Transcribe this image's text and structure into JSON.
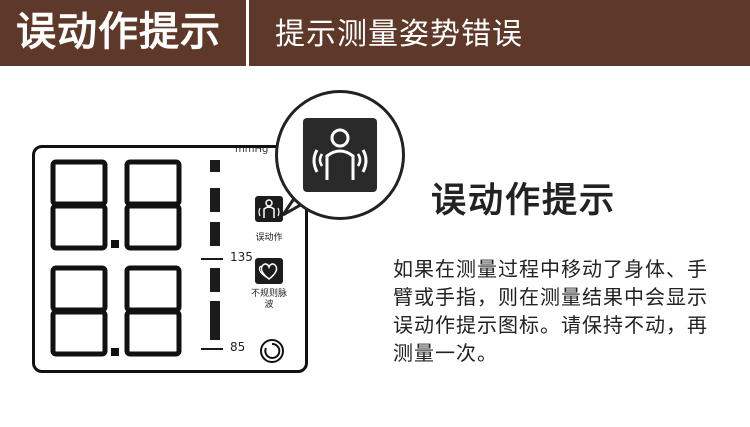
{
  "header": {
    "left_title": "误动作提示",
    "right_title": "提示测量姿势错误"
  },
  "lcd": {
    "unit": "mmHg",
    "scale_labels": [
      "135",
      "85"
    ],
    "icons": [
      {
        "name": "body-movement-icon",
        "label": "误动作"
      },
      {
        "name": "irregular-pulse-icon",
        "label": "不规则脉波"
      }
    ]
  },
  "callout": {
    "icon": "body-movement-icon"
  },
  "content": {
    "heading": "误动作提示",
    "body": "如果在测量过程中移动了身体、手臂或手指，则在测量结果中会显示误动作提示图标。请保持不动，再测量一次。"
  },
  "colors": {
    "header_bg": "#5e3929",
    "text": "#222222"
  }
}
